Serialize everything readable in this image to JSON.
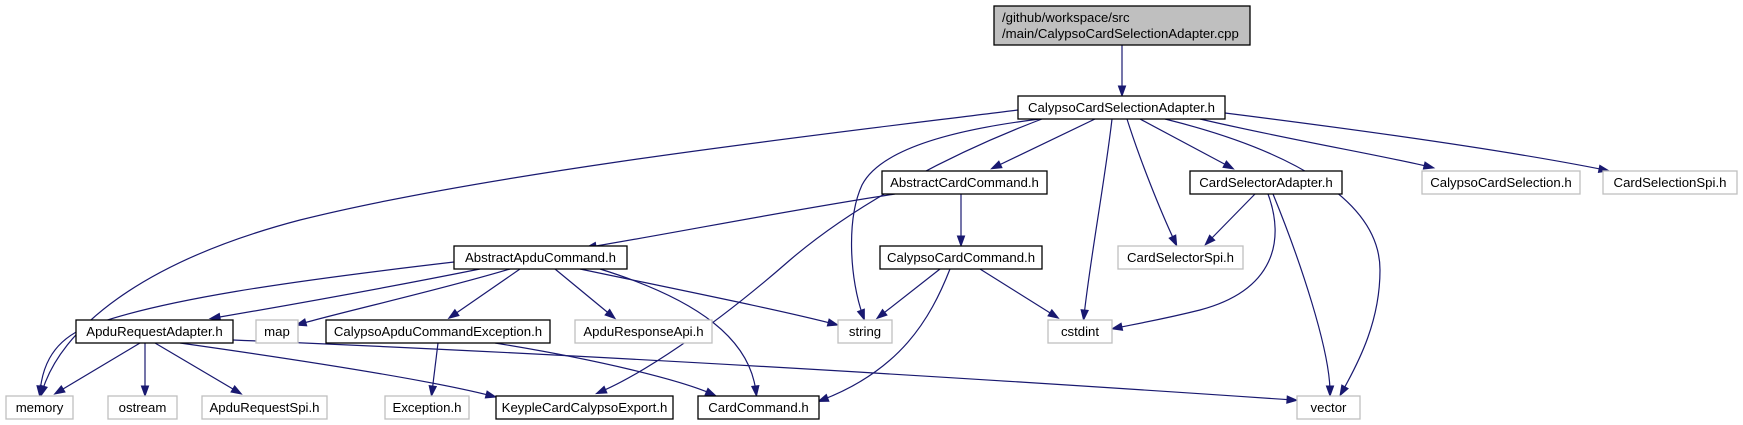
{
  "nodes": [
    {
      "id": "root",
      "kind": "root",
      "lines": [
        "/github/workspace/src",
        "/main/CalypsoCardSelectionAdapter.cpp"
      ]
    },
    {
      "id": "csa_h",
      "kind": "doc",
      "lines": [
        "CalypsoCardSelectionAdapter.h"
      ]
    },
    {
      "id": "acc_h",
      "kind": "doc",
      "lines": [
        "AbstractCardCommand.h"
      ]
    },
    {
      "id": "csel_h",
      "kind": "doc",
      "lines": [
        "CardSelectorAdapter.h"
      ]
    },
    {
      "id": "ccs_h",
      "kind": "ext",
      "lines": [
        "CalypsoCardSelection.h"
      ]
    },
    {
      "id": "cselspi_h",
      "kind": "ext",
      "lines": [
        "CardSelectionSpi.h"
      ]
    },
    {
      "id": "aac_h",
      "kind": "doc",
      "lines": [
        "AbstractApduCommand.h"
      ]
    },
    {
      "id": "ccc_h",
      "kind": "doc",
      "lines": [
        "CalypsoCardCommand.h"
      ]
    },
    {
      "id": "cselectorspi_h",
      "kind": "ext",
      "lines": [
        "CardSelectorSpi.h"
      ]
    },
    {
      "id": "ara_h",
      "kind": "doc",
      "lines": [
        "ApduRequestAdapter.h"
      ]
    },
    {
      "id": "map",
      "kind": "ext",
      "lines": [
        "map"
      ]
    },
    {
      "id": "cace_h",
      "kind": "doc",
      "lines": [
        "CalypsoApduCommandException.h"
      ]
    },
    {
      "id": "arspi_h",
      "kind": "ext",
      "lines": [
        "ApduResponseApi.h"
      ]
    },
    {
      "id": "string",
      "kind": "ext",
      "lines": [
        "string"
      ]
    },
    {
      "id": "cstdint",
      "kind": "ext",
      "lines": [
        "cstdint"
      ]
    },
    {
      "id": "memory",
      "kind": "ext",
      "lines": [
        "memory"
      ]
    },
    {
      "id": "ostream",
      "kind": "ext",
      "lines": [
        "ostream"
      ]
    },
    {
      "id": "areqspi_h",
      "kind": "ext",
      "lines": [
        "ApduRequestSpi.h"
      ]
    },
    {
      "id": "exception_h",
      "kind": "ext",
      "lines": [
        "Exception.h"
      ]
    },
    {
      "id": "kcce_h",
      "kind": "doc",
      "lines": [
        "KeypleCardCalypsoExport.h"
      ]
    },
    {
      "id": "cardcmd_h",
      "kind": "doc",
      "lines": [
        "CardCommand.h"
      ]
    },
    {
      "id": "vector",
      "kind": "ext",
      "lines": [
        "vector"
      ]
    }
  ],
  "edges": [
    [
      "root",
      "csa_h"
    ],
    [
      "csa_h",
      "memory"
    ],
    [
      "csa_h",
      "string"
    ],
    [
      "csa_h",
      "kcce_h"
    ],
    [
      "csa_h",
      "acc_h"
    ],
    [
      "csa_h",
      "cstdint"
    ],
    [
      "csa_h",
      "cselectorspi_h"
    ],
    [
      "csa_h",
      "csel_h"
    ],
    [
      "csa_h",
      "vector"
    ],
    [
      "csa_h",
      "ccs_h"
    ],
    [
      "csa_h",
      "cselspi_h"
    ],
    [
      "acc_h",
      "aac_h"
    ],
    [
      "acc_h",
      "ccc_h"
    ],
    [
      "csel_h",
      "cselectorspi_h"
    ],
    [
      "csel_h",
      "cstdint"
    ],
    [
      "csel_h",
      "vector"
    ],
    [
      "aac_h",
      "memory"
    ],
    [
      "aac_h",
      "ara_h"
    ],
    [
      "aac_h",
      "map"
    ],
    [
      "aac_h",
      "cace_h"
    ],
    [
      "aac_h",
      "arspi_h"
    ],
    [
      "aac_h",
      "string"
    ],
    [
      "aac_h",
      "cardcmd_h"
    ],
    [
      "ccc_h",
      "string"
    ],
    [
      "ccc_h",
      "cstdint"
    ],
    [
      "ccc_h",
      "cardcmd_h"
    ],
    [
      "ara_h",
      "memory"
    ],
    [
      "ara_h",
      "ostream"
    ],
    [
      "ara_h",
      "areqspi_h"
    ],
    [
      "ara_h",
      "kcce_h"
    ],
    [
      "ara_h",
      "vector"
    ],
    [
      "cace_h",
      "exception_h"
    ],
    [
      "cace_h",
      "cardcmd_h"
    ]
  ]
}
